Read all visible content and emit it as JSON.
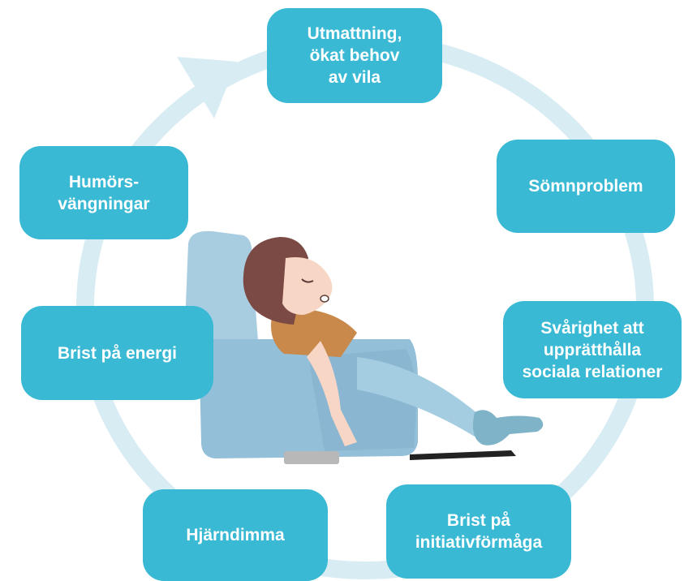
{
  "diagram": {
    "colors": {
      "box_fill": "#3ab9d4",
      "ring": "#d8ecf3",
      "chair": "#9dc3dc",
      "hair": "#7b4a45",
      "skin": "#f7d6c6",
      "shirt": "#c8894a",
      "pants": "#a4cde2",
      "sock": "#7fb3c8"
    },
    "boxes": {
      "utmattning": "Utmattning,\nökat behov\nav vila",
      "somnproblem": "Sömnproblem",
      "svarighet": "Svårighet att\nupprätthålla\nsociala relationer",
      "initiativ": "Brist på\ninitiativförmåga",
      "hjarndimma": "Hjärndimma",
      "energi": "Brist på energi",
      "humor": "Humörs-\nvängningar"
    }
  }
}
